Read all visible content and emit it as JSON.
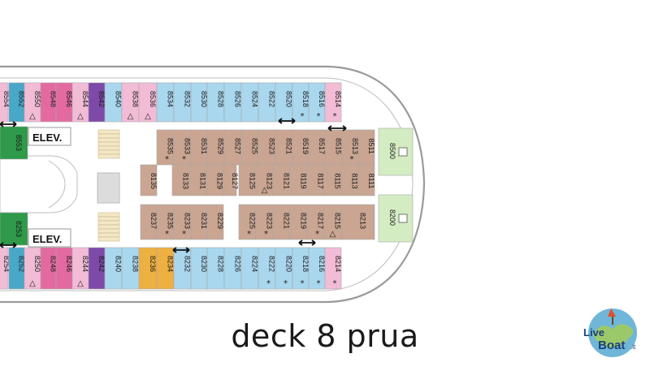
{
  "title": "deck 8 prua",
  "logo_text": "LiveBoat.it",
  "legend": {
    "elevator_label": "ELEV."
  },
  "colors": {
    "blue": "#a9d7ee",
    "pink": "#f2bcd6",
    "hotpink": "#e36aa0",
    "purple": "#7d4aa8",
    "green": "#2e9a4a",
    "teal": "#49a7c9",
    "tan": "#c9a592",
    "orange": "#eeb041",
    "lightgreen": "#d4ecc2"
  },
  "cabins": [
    {
      "id": "8554",
      "color": "pink"
    },
    {
      "id": "8552",
      "color": "teal"
    },
    {
      "id": "8550",
      "color": "pink",
      "sym": "△"
    },
    {
      "id": "8548",
      "color": "hotpink"
    },
    {
      "id": "8546",
      "color": "hotpink"
    },
    {
      "id": "8544",
      "color": "pink",
      "sym": "△"
    },
    {
      "id": "8542",
      "color": "purple"
    },
    {
      "id": "8540",
      "color": "blue"
    },
    {
      "id": "8538",
      "color": "pink",
      "sym": "△"
    },
    {
      "id": "8536",
      "color": "pink",
      "sym": "△"
    },
    {
      "id": "8534",
      "color": "blue"
    },
    {
      "id": "8532",
      "color": "blue"
    },
    {
      "id": "8530",
      "color": "blue"
    },
    {
      "id": "8528",
      "color": "blue"
    },
    {
      "id": "8526",
      "color": "blue"
    },
    {
      "id": "8524",
      "color": "blue"
    },
    {
      "id": "8522",
      "color": "blue"
    },
    {
      "id": "8520",
      "color": "blue"
    },
    {
      "id": "8518",
      "color": "blue",
      "sym": "*"
    },
    {
      "id": "8516",
      "color": "blue",
      "sym": "*"
    },
    {
      "id": "8514",
      "color": "pink",
      "sym": "*"
    },
    {
      "id": "8553",
      "color": "green"
    },
    {
      "id": "8535",
      "color": "tan",
      "sym": "*"
    },
    {
      "id": "8533",
      "color": "tan",
      "sym": "*"
    },
    {
      "id": "8531",
      "color": "tan"
    },
    {
      "id": "8529",
      "color": "tan"
    },
    {
      "id": "8527",
      "color": "tan"
    },
    {
      "id": "8525",
      "color": "tan"
    },
    {
      "id": "8523",
      "color": "tan"
    },
    {
      "id": "8521",
      "color": "tan"
    },
    {
      "id": "8519",
      "color": "tan"
    },
    {
      "id": "8517",
      "color": "tan"
    },
    {
      "id": "8515",
      "color": "tan"
    },
    {
      "id": "8513",
      "color": "tan",
      "sym": "*"
    },
    {
      "id": "8511",
      "color": "tan"
    },
    {
      "id": "8500",
      "color": "lightgreen"
    },
    {
      "id": "8135",
      "color": "tan"
    },
    {
      "id": "8133",
      "color": "tan"
    },
    {
      "id": "8131",
      "color": "tan"
    },
    {
      "id": "8129",
      "color": "tan"
    },
    {
      "id": "8127",
      "color": "tan"
    },
    {
      "id": "8125",
      "color": "tan"
    },
    {
      "id": "8123",
      "color": "tan",
      "sym": "△"
    },
    {
      "id": "8121",
      "color": "tan"
    },
    {
      "id": "8119",
      "color": "tan"
    },
    {
      "id": "8117",
      "color": "tan"
    },
    {
      "id": "8115",
      "color": "tan"
    },
    {
      "id": "8113",
      "color": "tan"
    },
    {
      "id": "8111",
      "color": "tan"
    },
    {
      "id": "8200",
      "color": "lightgreen"
    },
    {
      "id": "8237",
      "color": "tan"
    },
    {
      "id": "8235",
      "color": "tan",
      "sym": "*"
    },
    {
      "id": "8233",
      "color": "tan",
      "sym": "*"
    },
    {
      "id": "8231",
      "color": "tan"
    },
    {
      "id": "8229",
      "color": "tan"
    },
    {
      "id": "8225",
      "color": "tan",
      "sym": "*"
    },
    {
      "id": "8223",
      "color": "tan",
      "sym": "*"
    },
    {
      "id": "8221",
      "color": "tan"
    },
    {
      "id": "8219",
      "color": "tan"
    },
    {
      "id": "8217",
      "color": "tan",
      "sym": "*"
    },
    {
      "id": "8215",
      "color": "tan",
      "sym": "△"
    },
    {
      "id": "8213",
      "color": "tan"
    },
    {
      "id": "8253",
      "color": "green"
    },
    {
      "id": "8254",
      "color": "pink"
    },
    {
      "id": "8252",
      "color": "teal"
    },
    {
      "id": "8250",
      "color": "pink",
      "sym": "△"
    },
    {
      "id": "8248",
      "color": "hotpink"
    },
    {
      "id": "8246",
      "color": "hotpink"
    },
    {
      "id": "8244",
      "color": "pink",
      "sym": "△"
    },
    {
      "id": "8242",
      "color": "purple"
    },
    {
      "id": "8240",
      "color": "blue"
    },
    {
      "id": "8238",
      "color": "blue"
    },
    {
      "id": "8236",
      "color": "orange"
    },
    {
      "id": "8234",
      "color": "orange"
    },
    {
      "id": "8232",
      "color": "blue"
    },
    {
      "id": "8230",
      "color": "blue"
    },
    {
      "id": "8228",
      "color": "blue"
    },
    {
      "id": "8226",
      "color": "blue"
    },
    {
      "id": "8224",
      "color": "blue"
    },
    {
      "id": "8222",
      "color": "blue",
      "sym": "*"
    },
    {
      "id": "8220",
      "color": "blue",
      "sym": "*"
    },
    {
      "id": "8218",
      "color": "blue",
      "sym": "*"
    },
    {
      "id": "8216",
      "color": "blue",
      "sym": "*"
    },
    {
      "id": "8214",
      "color": "pink",
      "sym": "*"
    }
  ]
}
